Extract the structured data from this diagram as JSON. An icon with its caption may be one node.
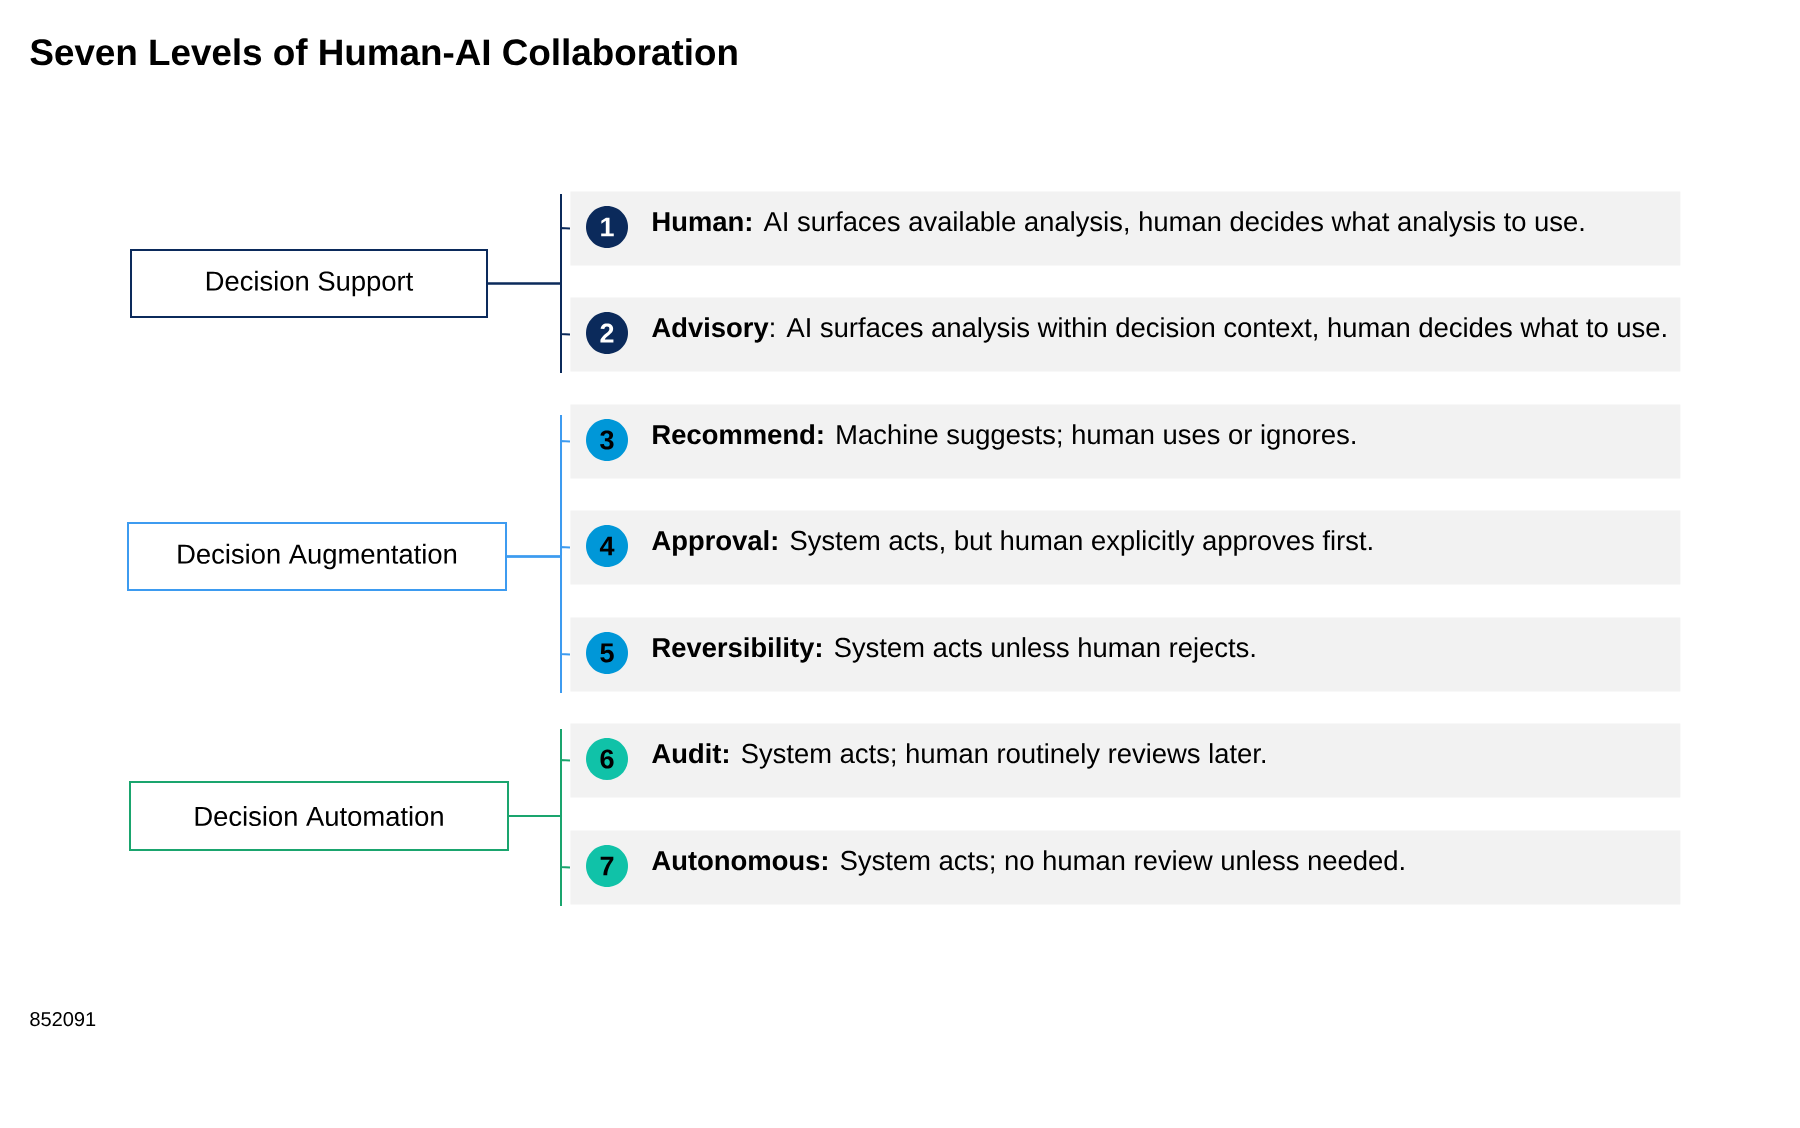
{
  "diagram": {
    "title": "Seven Levels of Human-AI Collaboration",
    "nodes": [
      {
        "text": [
          "Decision Support"
        ]
      },
      {
        "text": [
          "**Human:** AI surfaces available analysis, human decides what analysis to use."
        ]
      },
      {
        "text": [
          "1"
        ],
        "in": 1
      },
      {
        "text": [
          "**Advisory**: AI surfaces analysis within decision context, human decides what to use."
        ]
      },
      {
        "text": [
          "2"
        ],
        "in": 3
      },
      {
        "text": [
          "Decision Augmentation"
        ]
      },
      {
        "text": [
          "**Recommend:** Machine suggests; human uses or ignores."
        ]
      },
      {
        "text": [
          "3"
        ],
        "in": 6
      },
      {
        "text": [
          "**Approval:** System acts, but human explicitly approves first."
        ]
      },
      {
        "text": [
          "4"
        ],
        "in": 8
      },
      {
        "text": [
          "**Reversibility:** System acts unless human rejects."
        ]
      },
      {
        "text": [
          "5"
        ],
        "in": 10
      },
      {
        "text": [
          "Decision Automation"
        ]
      },
      {
        "text": [
          "**Audit:** System acts; human routinely reviews later."
        ]
      },
      {
        "text": [
          "6"
        ],
        "in": 13
      },
      {
        "text": [
          "**Autonomous:** System acts; no human review unless needed."
        ]
      },
      {
        "text": [
          "7"
        ],
        "in": 15
      }
    ],
    "edges": [
      {
        "from": 0,
        "to": 1,
        "arrow": "none",
        "color": "#0b2a5b"
      },
      {
        "from": 0,
        "to": 3,
        "arrow": "none",
        "color": "#0b2a5b"
      },
      {
        "from": 5,
        "to": 6,
        "arrow": "none",
        "color": "#3d9bf0"
      },
      {
        "from": 5,
        "to": 8,
        "arrow": "none",
        "color": "#3d9bf0"
      },
      {
        "from": 5,
        "to": 10,
        "arrow": "none",
        "color": "#3d9bf0"
      },
      {
        "from": 12,
        "to": 13,
        "arrow": "none",
        "color": "#1aa56e"
      },
      {
        "from": 12,
        "to": 15,
        "arrow": "none",
        "color": "#1aa56e"
      }
    ],
    "labels": [
      "852091"
    ]
  }
}
